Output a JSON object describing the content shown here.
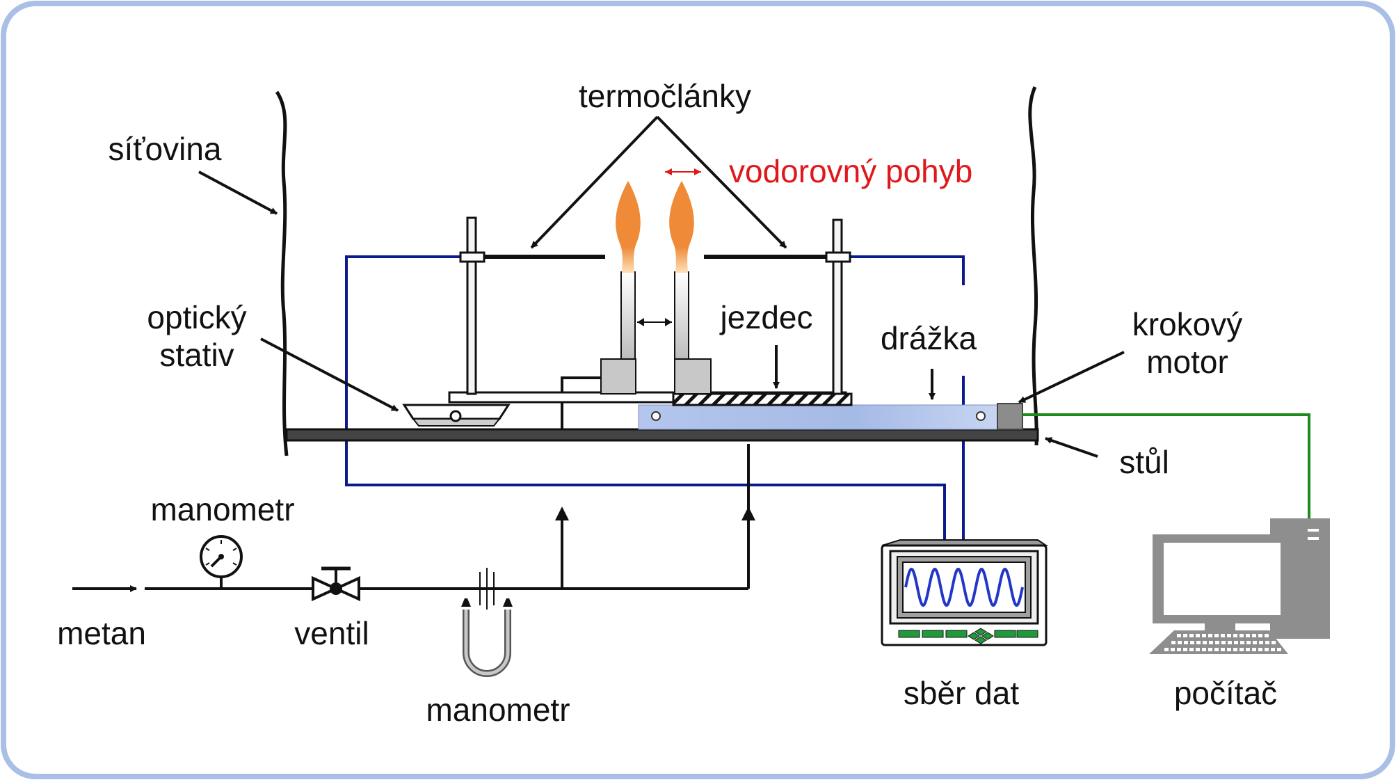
{
  "labels": {
    "termoclanky": "termočlánky",
    "sitovina": "síťovina",
    "vodorovny_pohyb": "vodorovný pohyb",
    "opticky": "optický",
    "stativ": "stativ",
    "jezdec": "jezdec",
    "drazka": "drážka",
    "krokovy": "krokový",
    "motor": "motor",
    "stul": "stůl",
    "manometr_top": "manometr",
    "metan": "metan",
    "ventil": "ventil",
    "manometr_bottom": "manometr",
    "sber_dat": "sběr dat",
    "pocitac": "počítač"
  },
  "colors": {
    "frame_border": "#aabfe6",
    "thermocouple_wire": "#0a1a8c",
    "signal_wire": "#1c8a1c",
    "flame": "#ee8a38",
    "rail": "#a9bde6",
    "highlight_arrow": "#e0181b",
    "oscillogram": "#2237c8",
    "key_green": "#1f9a3a"
  },
  "icons": {
    "pressure_gauge": "pressure-gauge-icon",
    "valve": "valve-icon",
    "u_tube_manometer": "u-tube-manometer-icon",
    "data_logger": "data-logger-icon",
    "computer": "computer-icon"
  }
}
